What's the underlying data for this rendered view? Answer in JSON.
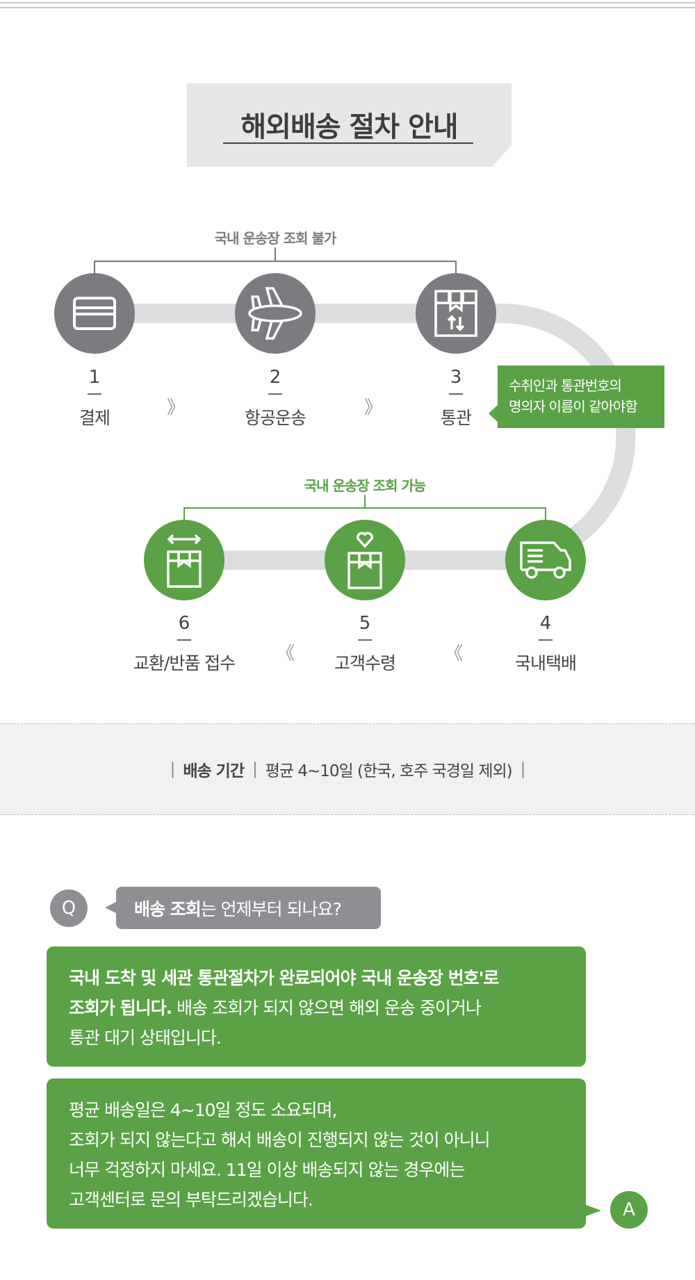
{
  "title": "해외배송 절차 안내",
  "groups": {
    "not_trackable": "국내 운송장 조회 불가",
    "trackable": "국내 운송장 조회 가능"
  },
  "steps": [
    {
      "num": "1",
      "label": "결제",
      "icon": "credit-card-icon"
    },
    {
      "num": "2",
      "label": "항공운송",
      "icon": "airplane-icon"
    },
    {
      "num": "3",
      "label": "통관",
      "icon": "customs-box-icon"
    },
    {
      "num": "4",
      "label": "국내택배",
      "icon": "delivery-truck-icon"
    },
    {
      "num": "5",
      "label": "고객수령",
      "icon": "heart-box-icon"
    },
    {
      "num": "6",
      "label": "교환/반품 접수",
      "icon": "exchange-box-icon"
    }
  ],
  "arrows": {
    "forward": "》",
    "back": "《"
  },
  "callout": {
    "line1": "수취인과 통관번호의",
    "line2": "명의자 이름이 같아야함"
  },
  "period": {
    "sep": "|",
    "label": "배송 기간",
    "value": "평균 4~10일 (한국, 호주 국경일 제외)"
  },
  "faq": {
    "q_badge": "Q",
    "a_badge": "A",
    "question_bold": "배송 조회",
    "question_rest": "는 언제부터 되나요?",
    "answer1_bold_line1": "국내 도착 및 세관 통관절차가 완료되어야 국내 운송장 번호'로",
    "answer1_bold_line2": "조회가 됩니다.",
    "answer1_rest_line2": " 배송 조회가 되지 않으면 해외 운송 중이거나",
    "answer1_line3": "통관 대기 상태입니다.",
    "answer2_lines": [
      "평균 배송일은 4~10일 정도 소요되며,",
      "조회가 되지 않는다고 해서 배송이 진행되지 않는 것이 아니니",
      "너무 걱정하지 마세요. 11일 이상 배송되지 않는 경우에는",
      "고객센터로 문의 부탁드리겠습니다."
    ]
  },
  "colors": {
    "green": "#5ba146",
    "gray": "#7b7c7f",
    "track": "#dcdddf"
  }
}
